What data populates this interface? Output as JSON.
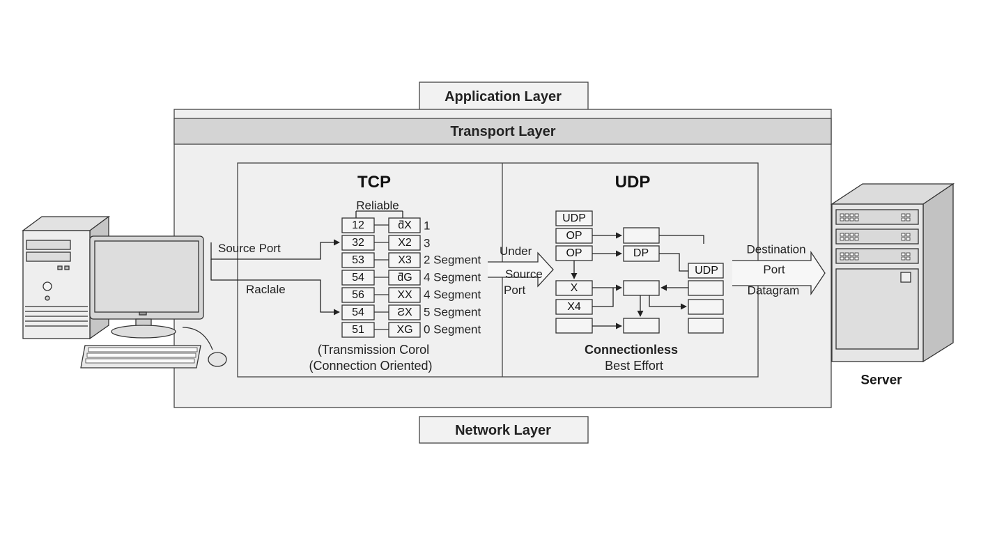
{
  "layers": {
    "application": "Application Layer",
    "transport": "Transport Layer",
    "network": "Network Layer"
  },
  "tcp": {
    "title": "TCP",
    "reliable": "Reliable",
    "source_port": "Source Port",
    "raclale": "Raclale",
    "rows": [
      {
        "num": "12",
        "code": "ƌX",
        "seg": "1"
      },
      {
        "num": "32",
        "code": "X2",
        "seg": "3"
      },
      {
        "num": "53",
        "code": "X3",
        "seg": "2 Segment"
      },
      {
        "num": "54",
        "code": "ƌG",
        "seg": "4 Segment"
      },
      {
        "num": "56",
        "code": "XX",
        "seg": "4 Segment"
      },
      {
        "num": "54",
        "code": "ƧX",
        "seg": "5 Segment"
      },
      {
        "num": "51",
        "code": "XG",
        "seg": "0 Segment"
      }
    ],
    "desc_line1": "(Transmission Corol",
    "desc_line2": "(Connection Oriented)"
  },
  "middle": {
    "under": "Under",
    "source": "Source",
    "port": "Port"
  },
  "udp": {
    "title": "UDP",
    "box_udp_top": "UDP",
    "box_op1": "OP",
    "box_op2": "OP",
    "box_dp": "DP",
    "box_udp_right": "UDP",
    "box_x": "X",
    "box_x4": "X4",
    "desc_line1": "Connectionless",
    "desc_line2": "Best Effort"
  },
  "right": {
    "destination": "Destination",
    "port": "Port",
    "datagram": "Datagram",
    "server": "Server"
  },
  "colors": {
    "panel_fill": "#efefef",
    "band_fill": "#d4d4d4",
    "stroke": "#333333",
    "box_fill": "#f4f4f4"
  },
  "icons": {
    "client": "desktop-computer-icon",
    "server": "server-tower-icon"
  }
}
